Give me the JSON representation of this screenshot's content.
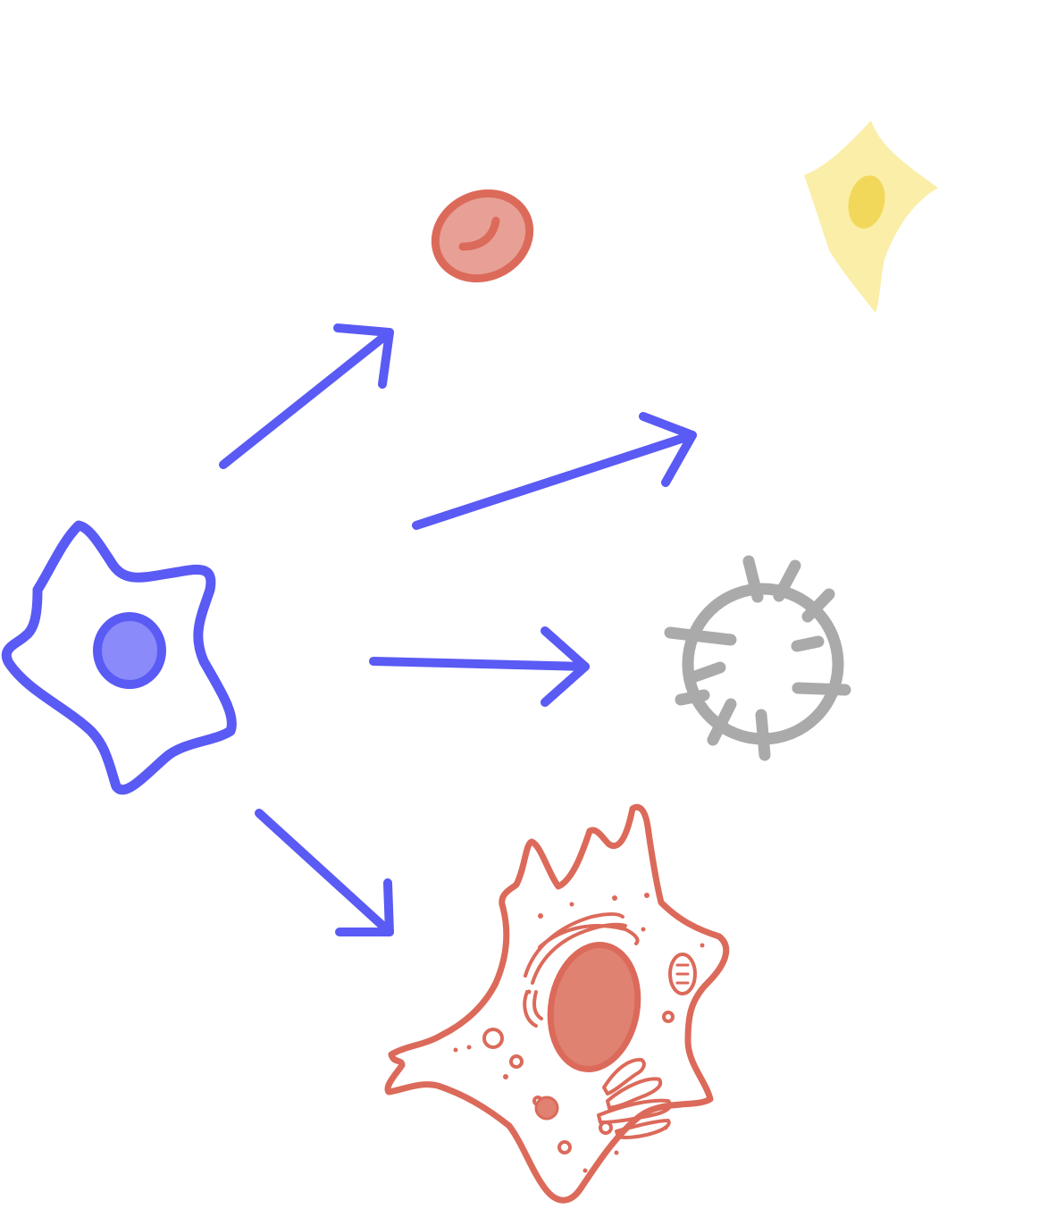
{
  "diagram": {
    "colors": {
      "stem": "#5A5AF5",
      "stem_nucleus": "#8A8AFA",
      "arrow": "#5A5AF5",
      "red_cell": "#DC6A5A",
      "red_cell_fill": "#E8A096",
      "neuron": "#F5DC5A",
      "neuron_fill": "#FAEEA8",
      "neuron_nucleus": "#F2D85A",
      "gray_cell": "#A3A3A3",
      "epithelial": "#DC6A5A",
      "epithelial_nucleus": "#E08272"
    },
    "nodes": [
      {
        "id": "stem-cell",
        "icon": "stem-cell-icon"
      },
      {
        "id": "red-blood-cell",
        "icon": "red-blood-cell-icon"
      },
      {
        "id": "neuron",
        "icon": "neuron-icon"
      },
      {
        "id": "immune-cell",
        "icon": "white-blood-cell-icon"
      },
      {
        "id": "tissue-cell",
        "icon": "animal-cell-icon"
      }
    ],
    "edges": [
      {
        "from": "stem-cell",
        "to": "red-blood-cell"
      },
      {
        "from": "stem-cell",
        "to": "neuron"
      },
      {
        "from": "stem-cell",
        "to": "immune-cell"
      },
      {
        "from": "stem-cell",
        "to": "tissue-cell"
      }
    ]
  }
}
